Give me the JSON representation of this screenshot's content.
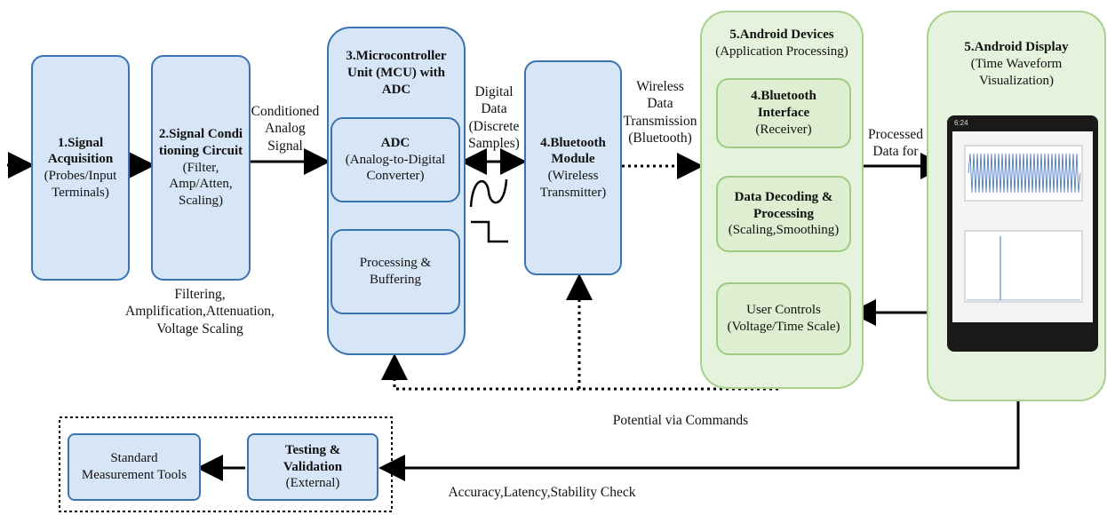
{
  "blocks": {
    "signal_acquisition": {
      "title": "1.Signal Acquisition",
      "desc": "(Probes/Input Terminals)"
    },
    "signal_conditioning": {
      "title": "2.Signal Conditioning Circuit",
      "desc": "(Filter, Amp/Atten, Scaling)"
    },
    "mcu": {
      "title": "3.Microcontroller Unit (MCU) with ADC"
    },
    "adc": {
      "title": "ADC",
      "desc": "(Analog-to-Digital Converter)"
    },
    "processing_buffering": {
      "title": "Processing & Buffering"
    },
    "bluetooth_module": {
      "title": "4.Bluetooth Module",
      "desc": "(Wireless Transmitter)"
    },
    "android_devices": {
      "title": "5.Android Devices",
      "desc": "(Application Processing)"
    },
    "bluetooth_interface": {
      "title": "4.Bluetooth Interface",
      "desc": "(Receiver)"
    },
    "data_decoding": {
      "title": "Data Decoding & Processing",
      "desc": "(Scaling,Smoothing)"
    },
    "user_controls": {
      "title": "User Controls",
      "desc": "(Voltage/Time Scale)"
    },
    "android_display": {
      "title": "5.Android Display",
      "desc": "(Time Waveform Visualization)"
    },
    "testing_validation": {
      "title": "Testing & Validation",
      "desc": "(External)"
    },
    "standard_tools": {
      "title": "Standard Measurement Tools"
    }
  },
  "labels": {
    "conditioned_analog": "Conditioned Analog Signal",
    "filtering_note": "Filtering, Amplification,Attenuation, Voltage Scaling",
    "digital_data": "Digital Data (Discrete Samples)",
    "wireless_data": "Wireless Data Transmission (Bluetooth)",
    "processed_data": "Processed Data for",
    "potential_commands": "Potential via Commands",
    "accuracy_check": "Accuracy,Latency,Stability Check"
  },
  "phone": {
    "time": "6:24"
  },
  "colors": {
    "blue_fill": "#d7e6f7",
    "blue_border": "#3a73b0",
    "green_fill": "#e6f3dc",
    "green_border": "#a9d18e"
  }
}
